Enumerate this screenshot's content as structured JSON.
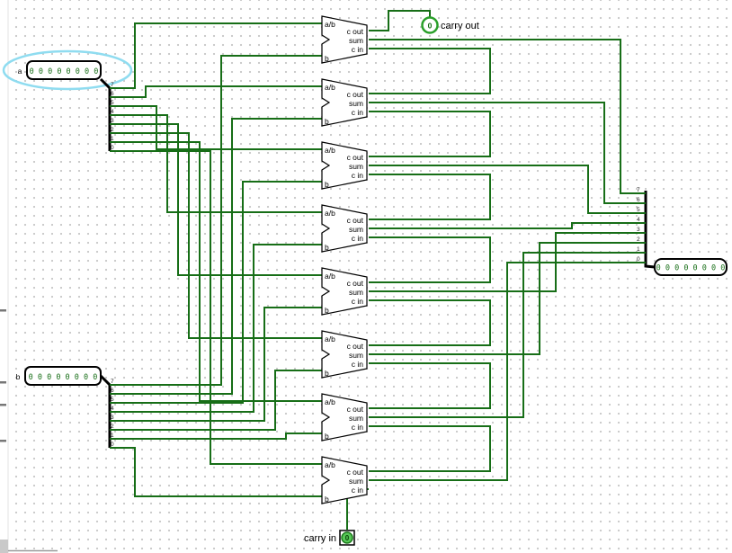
{
  "inputs": {
    "a": {
      "label": "a",
      "value": "0 0 0 0 0 0 0 0"
    },
    "b": {
      "label": "b",
      "value": "0 0 0 0 0 0 0 0"
    }
  },
  "output": {
    "value": "0 0 0 0 0 0 0 0"
  },
  "carry_out": {
    "label": "carry out",
    "value": "0"
  },
  "carry_in": {
    "label": "carry in",
    "value": "0"
  },
  "adder": {
    "input_top": "a/b",
    "carry_out": "c out",
    "sum": "sum",
    "carry_in": "c in",
    "input_bottom": "b"
  },
  "splitters": {
    "a_bits": [
      "7",
      "6",
      "5",
      "4",
      "3",
      "2",
      "1",
      "0"
    ],
    "b_bits": [
      "7",
      "6",
      "5",
      "4",
      "3",
      "2",
      "1",
      "0"
    ],
    "out_bits": [
      "7",
      "6",
      "5",
      "4",
      "3",
      "2",
      "1",
      "0"
    ]
  },
  "colors": {
    "wire": "#176e17",
    "splitter": "#000000",
    "value_text": "#176e17",
    "highlight": "#8fdcf0",
    "led_green": "#2aa02a"
  }
}
